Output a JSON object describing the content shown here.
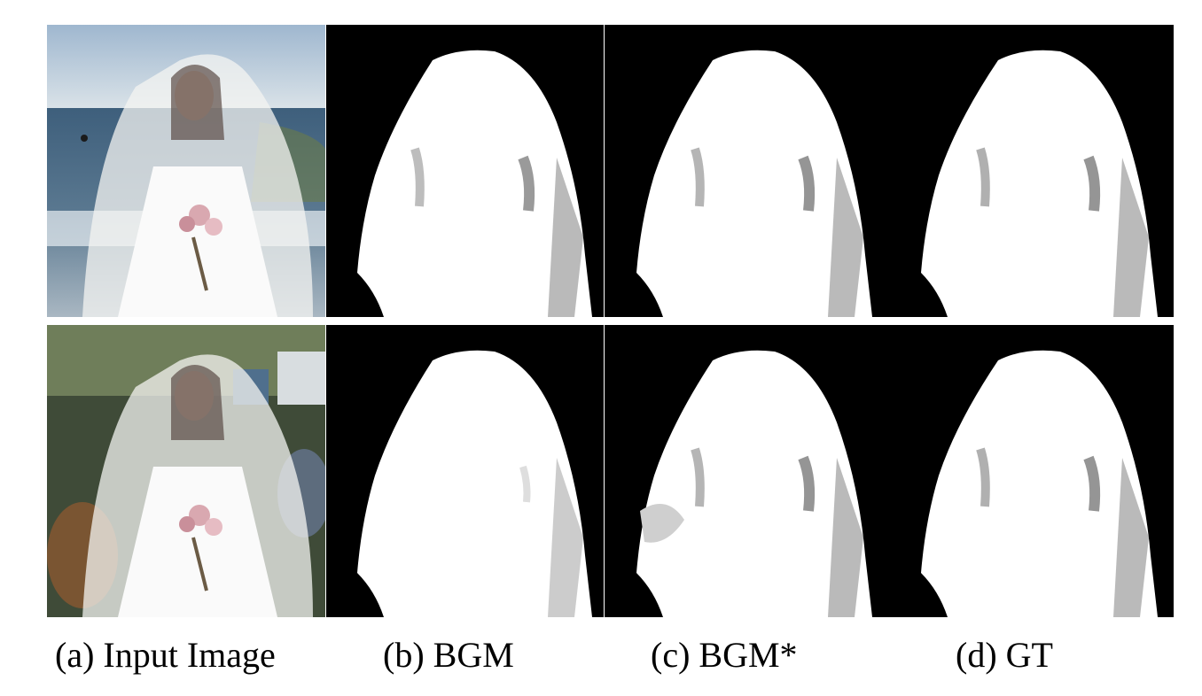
{
  "figure": {
    "rows": [
      {
        "background": "ocean beach scene",
        "panels": [
          "input-image",
          "bgm-alpha",
          "bgm-star-alpha",
          "gt-alpha"
        ]
      },
      {
        "background": "zoo park scene",
        "panels": [
          "input-image",
          "bgm-alpha",
          "bgm-star-alpha",
          "gt-alpha"
        ]
      }
    ],
    "captions": {
      "a": "(a) Input Image",
      "b": "(b) BGM",
      "c": "(c) BGM*",
      "d": "(d) GT"
    },
    "colors": {
      "matte_background": "#000000",
      "matte_foreground": "#ffffff",
      "sky": "#b9cde0",
      "sea": "#4d6b86"
    }
  }
}
